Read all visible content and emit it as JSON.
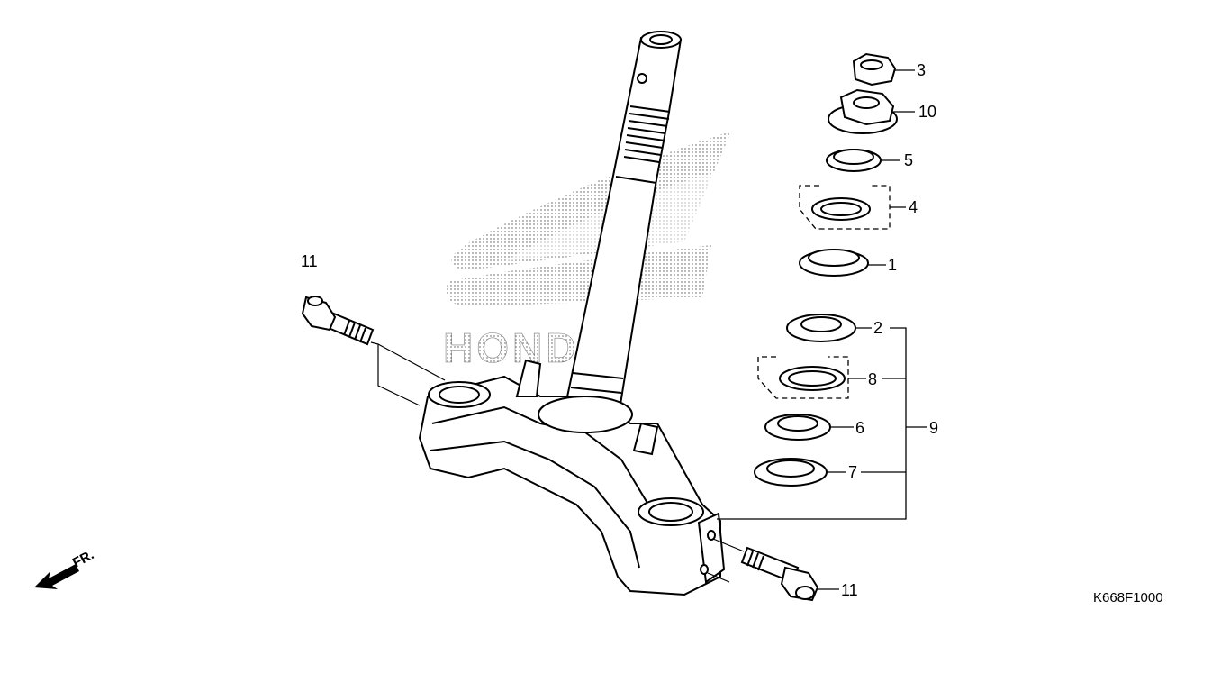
{
  "diagram": {
    "drawing_code": "K668F1000",
    "front_indicator": "FR.",
    "watermark_text": "HONDA",
    "colors": {
      "line": "#000000",
      "background": "#ffffff",
      "watermark": "#9a9a9a"
    },
    "callouts": [
      {
        "id": "3"
      },
      {
        "id": "10"
      },
      {
        "id": "5"
      },
      {
        "id": "4"
      },
      {
        "id": "1"
      },
      {
        "id": "2"
      },
      {
        "id": "8"
      },
      {
        "id": "9"
      },
      {
        "id": "6"
      },
      {
        "id": "7"
      },
      {
        "id": "11"
      },
      {
        "id": "11"
      }
    ]
  }
}
